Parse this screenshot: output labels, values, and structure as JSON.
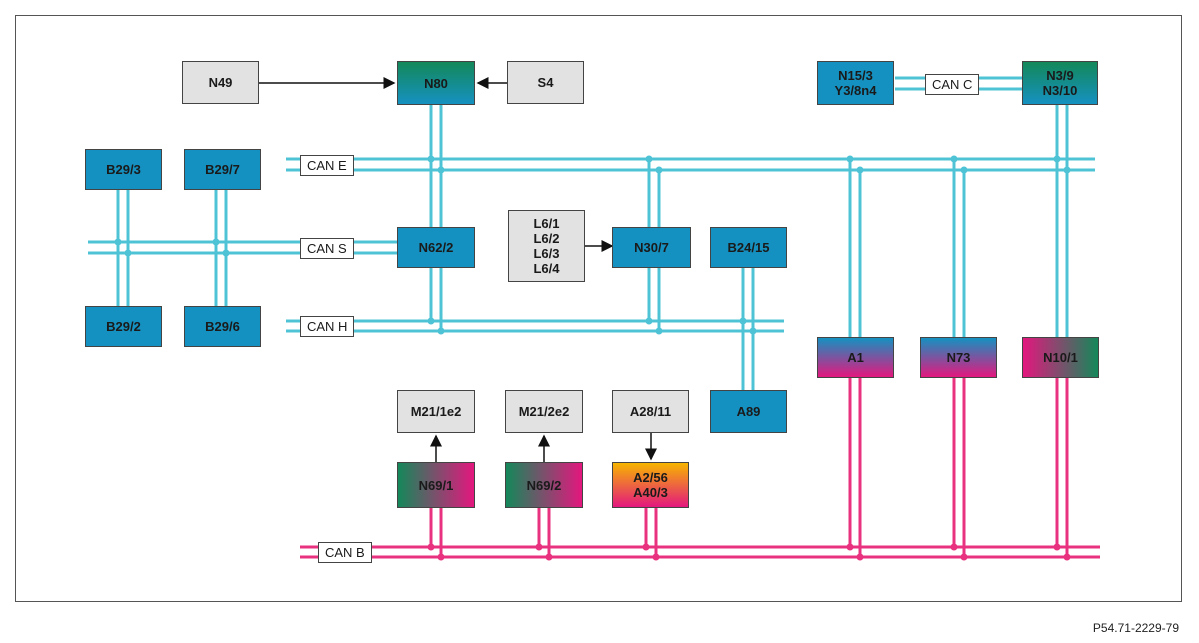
{
  "modules": {
    "N49": "N49",
    "N80": "N80",
    "S4": "S4",
    "N15_3": "N15/3\nY3/8n4",
    "N3_9": "N3/9\nN3/10",
    "B29_3": "B29/3",
    "B29_7": "B29/7",
    "B29_2": "B29/2",
    "B29_6": "B29/6",
    "N62_2": "N62/2",
    "L6": "L6/1\nL6/2\nL6/3\nL6/4",
    "N30_7": "N30/7",
    "B24_15": "B24/15",
    "A89": "A89",
    "A1": "A1",
    "N73": "N73",
    "N10_1": "N10/1",
    "M21_1e2": "M21/1e2",
    "M21_2e2": "M21/2e2",
    "A28_11": "A28/11",
    "N69_1": "N69/1",
    "N69_2": "N69/2",
    "A2_56": "A2/56\nA40/3"
  },
  "buses": {
    "can_e": "CAN E",
    "can_s": "CAN S",
    "can_h": "CAN H",
    "can_c": "CAN C",
    "can_b": "CAN B"
  },
  "colors": {
    "can_line": "#4fc3d6",
    "can_b_line": "#e8317f",
    "module_blue": "#1591c1",
    "module_grey": "#e2e2e2"
  },
  "caption": "P54.71-2229-79"
}
